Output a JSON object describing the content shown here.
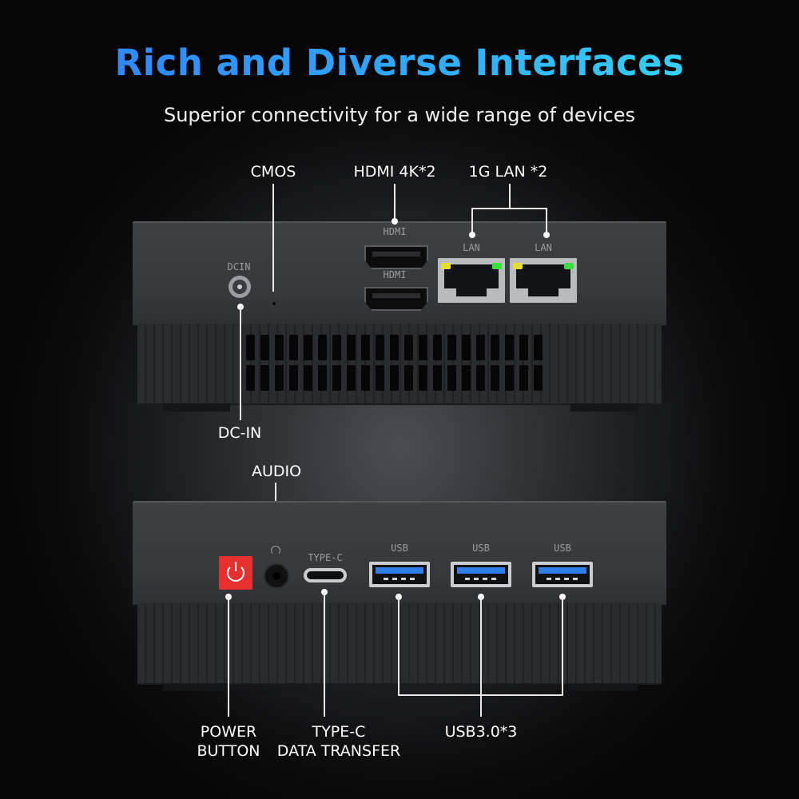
{
  "title": "Rich and Diverse Interfaces",
  "subtitle": "Superior connectivity for a wide range of devices",
  "rear": {
    "callouts": {
      "cmos": "CMOS",
      "hdmi": "HDMI 4K*2",
      "lan": "1G LAN *2",
      "dcin": "DC-IN"
    },
    "port_labels": {
      "dcin": "DCIN",
      "hdmi_top": "HDMI",
      "hdmi_bottom": "HDMI",
      "lan_left": "LAN",
      "lan_right": "LAN"
    }
  },
  "front": {
    "callouts": {
      "audio": "AUDIO",
      "power_line1": "POWER",
      "power_line2": "BUTTON",
      "typec_line1": "TYPE-C",
      "typec_line2": "DATA TRANSFER",
      "usb": "USB3.0*3"
    },
    "port_labels": {
      "typec": "TYPE-C",
      "usb1": "USB",
      "usb2": "USB",
      "usb3": "USB"
    }
  },
  "colors": {
    "title_gradient_start": "#2f7dff",
    "title_gradient_end": "#38e0f0",
    "power_button": "#e63030",
    "usb_tongue": "#2f7ee8",
    "led_yellow": "#e8e02a",
    "led_green": "#3ce03a"
  }
}
